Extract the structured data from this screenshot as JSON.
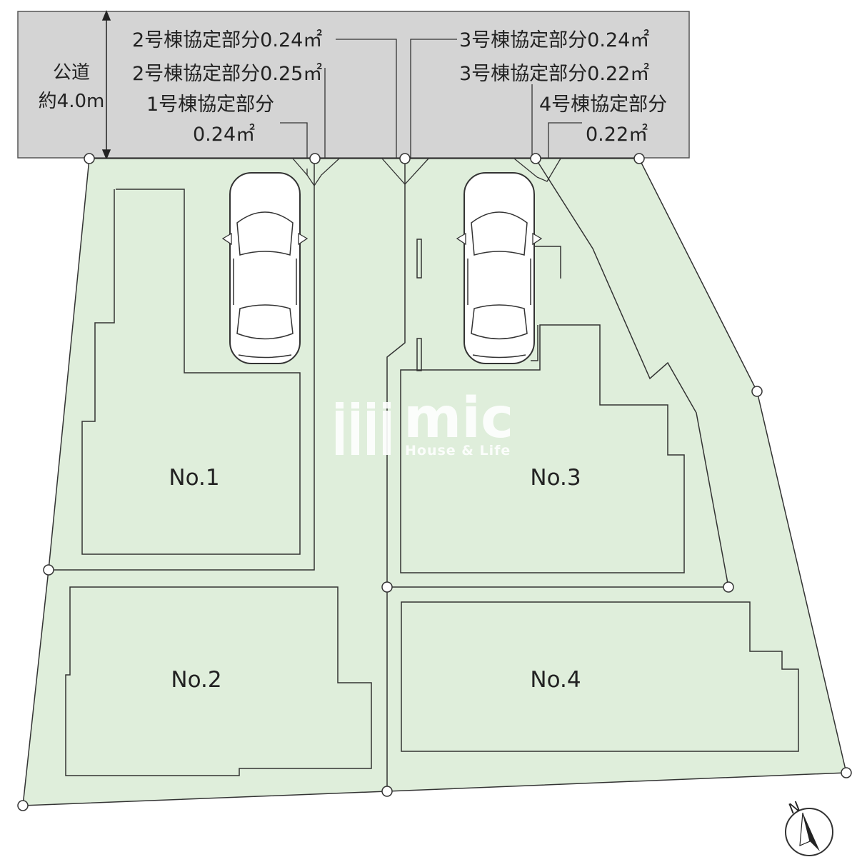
{
  "road": {
    "name": "公道",
    "width": "約4.0m"
  },
  "easement_labels": {
    "house2_a": "2号棟協定部分0.24㎡",
    "house2_b": "2号棟協定部分0.25㎡",
    "house1_title": "1号棟協定部分",
    "house1_value": "0.24㎡",
    "house3_a": "3号棟協定部分0.24㎡",
    "house3_b": "3号棟協定部分0.22㎡",
    "house4_title": "4号棟協定部分",
    "house4_value": "0.22㎡"
  },
  "lots": {
    "no1": "No.1",
    "no2": "No.2",
    "no3": "No.3",
    "no4": "No.4"
  },
  "watermark": {
    "brand": "mic",
    "tagline": "House & Life"
  },
  "compass": {
    "north": "N"
  },
  "colors": {
    "road_fill": "#d4d4d4",
    "lot_fill": "#dfeedb",
    "line": "#333333",
    "marker_fill": "#ffffff"
  }
}
